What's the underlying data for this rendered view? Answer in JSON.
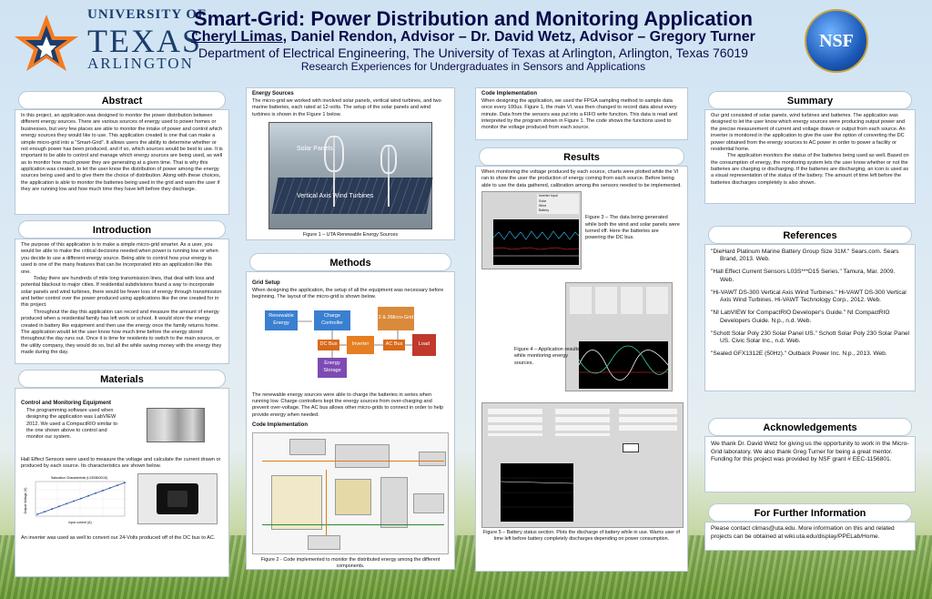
{
  "header": {
    "univ_line1": "UNIVERSITY OF",
    "univ_line2": "TEXAS",
    "univ_line3": "ARLINGTON",
    "title": "Smart-Grid: Power Distribution and Monitoring Application",
    "authors_lead": "Cheryl Limas",
    "authors_rest": ", Daniel Rendon, Advisor – Dr. David Wetz, Advisor – Gregory Turner",
    "department": "Department of Electrical Engineering, The University of Texas at Arlington, Arlington, Texas 76019",
    "program": "Research Experiences for Undergraduates in Sensors and Applications",
    "nsf_logo": "NSF"
  },
  "abstract": {
    "heading": "Abstract",
    "text": "In this project, an application was designed to monitor the power distribution between different energy sources. There are various sources of energy used to power homes or businesses, but very few places are able to monitor the intake of power and control which energy sources they would like to use. This application created is one that can make a simple micro-grid into a “Smart-Grid”. It allows users the ability to determine whether or not enough power has been produced, and if so, which sources would be best to use. It is important to be able to control and manage which energy sources are being used, as well as to monitor how much power they are generating at a given time. That is why this application was created, to let the user know the distribution of power among the energy sources being used and to give them the choice of distribution. Along with these choices, the application is able to monitor the batteries being used in the grid and warn the user if they are running low and how much time they have left before they discharge."
  },
  "introduction": {
    "heading": "Introduction",
    "p1": "The purpose of this application is to make a simple micro-grid smarter. As a user, you would be able to make the critical decisions needed when power is running low or when you decide to use a different energy source. Being able to control how your energy is used is one of the many features that can be incorporated into an application like this one.",
    "p2": "Today there are hundreds of mile long transmission lines, that deal with loss and potential blackout to major cities. If residential subdivisions found a way to incorporate solar panels and wind turbines, there would be fewer loss of energy through transmission and better control over the power produced using applications like the one created for in this project.",
    "p3": "Throughout the day this application can record and measure the amount of energy produced when a residential family has left work or school. It would store the energy created in battery like equipment and then use the energy once the family returns home. The application would let the user know how much time before the energy stored throughout the day runs out. Once it is time for residents to switch to the main source, or the utility company, they would do so, but all the while saving money with the energy they made during the day."
  },
  "materials": {
    "heading": "Materials",
    "sub": "Control and Monitoring Equipment",
    "p1": "The programming software used when designing the application was LabVIEW 2012. We used a CompactRIO similar to the one shown above to control and monitor our system.",
    "p2": "Hall Effect Sensors were used to measure the voltage and calculate the current drawn or produced by each source. Its characteristics are shown below.",
    "chart_title": "Saturation Characteristic (L03S800D15)",
    "chart_xlabel": "Input current (A)",
    "chart_ylabel": "Output Voltage (V)",
    "p3": "An inverter was used as well to convert our 24-Volts produced off of the DC bus to AC."
  },
  "energy": {
    "sub": "Energy Sources",
    "text": "The micro-grid we worked with involved solar panels, vertical wind turbines, and two marine batteries, each rated at 12-volts. The setup of the solar panels and wind turbines is shown in the Figure 1 below.",
    "photo_label1": "Solar Panels",
    "photo_label2": "Vertical Axis Wind Turbines",
    "caption": "Figure 1 – UTA Renewable Energy Sources"
  },
  "methods": {
    "heading": "Methods",
    "sub1": "Grid Setup",
    "text1": "When designing the application, the setup of all the equipment was necessary before beginning. The layout of the micro-grid is shown below.",
    "flow": {
      "renewable": "Renewable Energy",
      "charge": "Charge Controller",
      "batteries": "2 & 3Micro-Grid",
      "dcbus": "DC Bus",
      "inverter": "Inverter",
      "acbus": "AC Bus",
      "load": "Load",
      "storage": "Energy Storage"
    },
    "text2": "The renewable energy sources were able to charge the batteries in series when running low. Charge controllers kept the energy sources from over-charging and prevent over-voltage. The AC bus allows other micro-grids to connect in order to help provide energy when needed.",
    "sub2": "Code Implementation",
    "caption": "Figure 2 - Code implemented to monitor the distributed energy among the different components."
  },
  "code": {
    "sub": "Code Implementation",
    "text": "When designing the application, we used the FPGA sampling method to sample data once every 100us. Figure 1, the main VI, was then changed to record data about every minute. Data from the sensors was put into a FIFO write function. This data is read and interpreted by the program shown in Figure 1. The code shows the functions used to monitor the voltage produced from each source."
  },
  "results": {
    "heading": "Results",
    "text": "When monitoring the voltage produced by each source, charts were plotted while the VI ran to show the user the production of energy coming from each source. Before being able to use the data gathered, calibration among the sensors needed to be implemented.",
    "fig3": "Figure 3 – The data being generated while both the wind and solar panels were turned off. Here the batteries are powering the DC bus.",
    "fig4": "Figure 4 – Application results while monitoring energy sources.",
    "fig5": "Figure 5 – Battery status section. Plots the discharge of battery while in use. Warns user of time left before battery completely discharges depending on power consumption.",
    "legend": [
      "Inverter Input",
      "Solar",
      "Wind",
      "Battery"
    ]
  },
  "summary": {
    "heading": "Summary",
    "p1": "Our grid consisted of solar panels, wind turbines and batteries. The application was designed to let the user know which energy sources were producing output power and the precise measurement of current and voltage drawn or output from each source. An inverter is monitored in the application to give the user the option of converting the DC power obtained from the energy sources to AC power in order to power a facility or residential home.",
    "p2": "The application monitors the status of the batteries being used as well. Based on the consumption of energy, the monitoring system lets the user know whether or not the batteries are charging or discharging. If the batteries are discharging, an icon is used as a visual representation of the status of the battery. The amount of time left before the batteries discharges completely is also shown."
  },
  "references": {
    "heading": "References",
    "items": [
      "\"DieHard Platinum Marine Battery Group Size 31M.\" Sears.com. Sears Brand,  2013. Web.",
      "\"Hall Effect Current Sensors L03S***D15 Series.\" Tamura, Mar. 2009. Web.",
      "\"Hi-VAWT DS-300 Vertical Axis Wind Turbines.\" Hi-VAWT DS-300 Vertical Axis Wind Turbines. Hi-VAWT Technology Corp.,  2012. Web.",
      "\"NI LabVIEW for CompactRIO Developer's Guide.\" NI CompactRIO Developers Guide. N.p., n.d. Web.",
      "\"Schott Solar Poly 230 Solar Panel US.\" Schott Solar Poly 230 Solar Panel US.  Civic Solar Inc., n.d. Web.",
      "\"Sealed GFX1312E (50Hz).\" Outback Power Inc. N.p., 2013. Web."
    ]
  },
  "acknowledgements": {
    "heading": "Acknowledgements",
    "text": "We thank Dr. David Wetz for giving us the opportunity to work in the Micro-Grid laboratory. We also thank Greg Turner for being a great mentor. Funding for this project was provided by NSF grant # EEC-1156801."
  },
  "further": {
    "heading": "For Further Information",
    "text": "Please contact climas@uta.edu.  More information on this and related projects can be obtained at wiki.uta.edu/display/PPELab/Home."
  }
}
